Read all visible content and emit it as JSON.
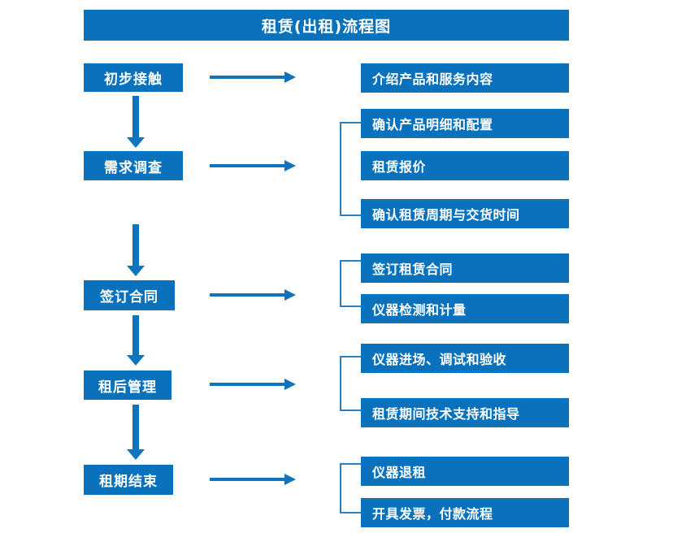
{
  "diagram": {
    "title": "租赁(出租)流程图",
    "colors": {
      "title_bar": "#0972bd",
      "box": "#0a72bd",
      "arrow": "#0f74bb",
      "bracket": "#2a7fc0",
      "text": "#ffffff",
      "background": "#ffffff"
    },
    "stages": [
      {
        "label": "初步接触"
      },
      {
        "label": "需求调查"
      },
      {
        "label": "签订合同"
      },
      {
        "label": "租后管理"
      },
      {
        "label": "租期结束"
      }
    ],
    "details": [
      {
        "label": "介绍产品和服务内容"
      },
      {
        "label": "确认产品明细和配置"
      },
      {
        "label": "租赁报价"
      },
      {
        "label": "确认租赁周期与交货时间"
      },
      {
        "label": "签订租赁合同"
      },
      {
        "label": "仪器检测和计量"
      },
      {
        "label": "仪器进场、调试和验收"
      },
      {
        "label": "租赁期间技术支持和指导"
      },
      {
        "label": "仪器退租"
      },
      {
        "label": "开具发票，付款流程"
      }
    ]
  }
}
